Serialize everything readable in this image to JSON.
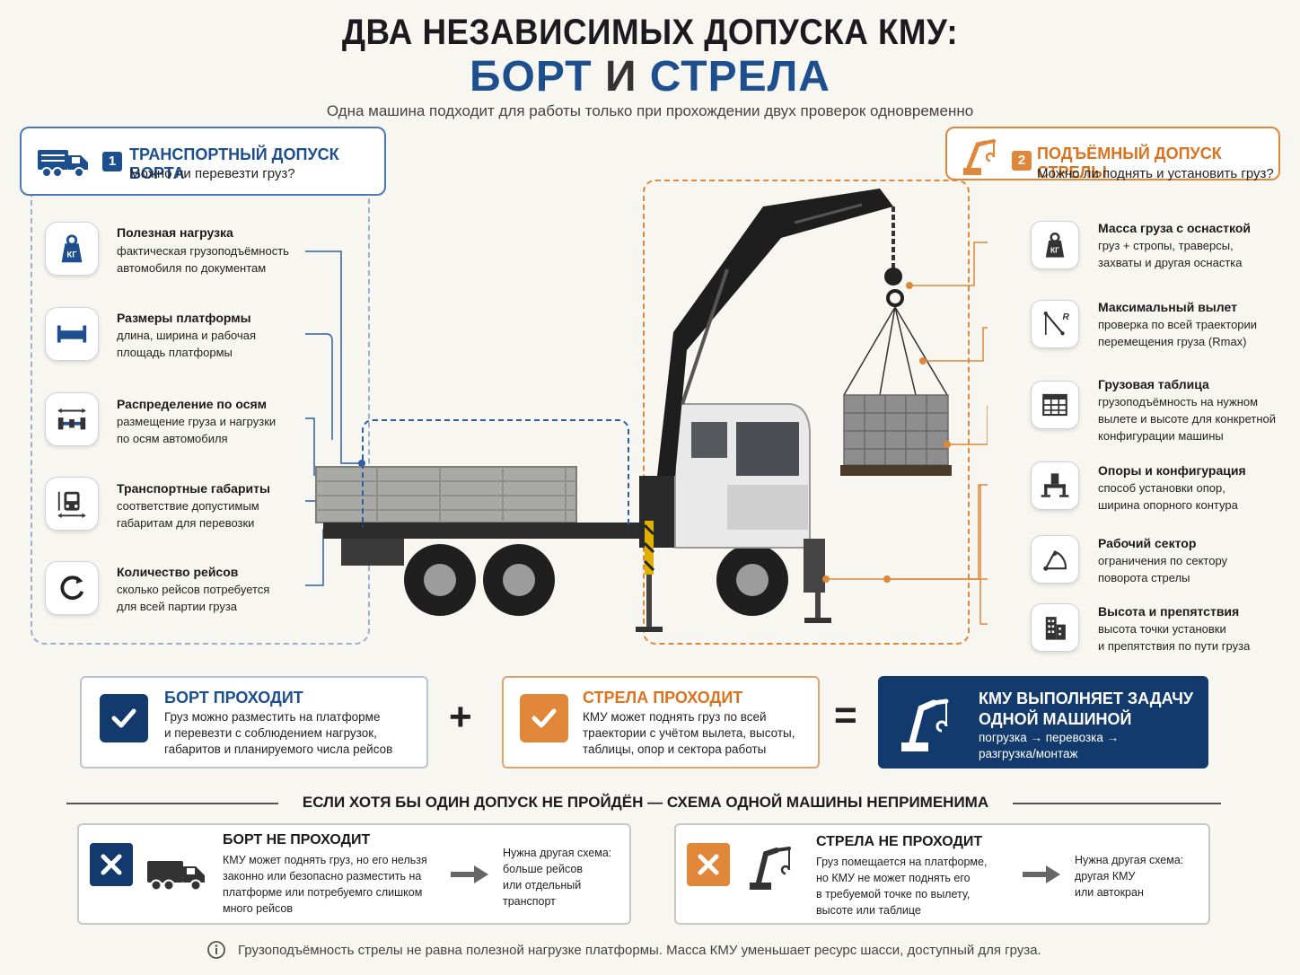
{
  "header": {
    "title_line1": "ДВА НЕЗАВИСИМЫХ ДОПУСКА КМУ:",
    "title_line2_a": "БОРТ",
    "title_line2_b": "И",
    "title_line2_c": "СТРЕЛА",
    "subtitle": "Одна машина подходит для работы только при прохождении двух проверок одновременно"
  },
  "colors": {
    "blue": "#1d4f8f",
    "orange": "#e0873a",
    "navy": "#123a6d"
  },
  "left_section": {
    "number": "1",
    "title": "ТРАНСПОРТНЫЙ ДОПУСК БОРТА",
    "subtitle": "Можно ли перевезти груз?",
    "icon": "truck-icon",
    "items": [
      {
        "icon": "weight-icon",
        "icon_text": "КГ",
        "title": "Полезная нагрузка",
        "desc1": "фактическая грузоподъёмность",
        "desc2": "автомобиля по документам",
        "desc3": ""
      },
      {
        "icon": "platform-icon",
        "title": "Размеры платформы",
        "desc1": "длина, ширина и рабочая",
        "desc2": "площадь платформы",
        "desc3": ""
      },
      {
        "icon": "axle-icon",
        "title": "Распределение по осям",
        "desc1": "размещение груза и нагрузки",
        "desc2": "по осям автомобиля",
        "desc3": ""
      },
      {
        "icon": "dimensions-icon",
        "title": "Транспортные габариты",
        "desc1": "соответствие допустимым",
        "desc2": "габаритам для перевозки",
        "desc3": ""
      },
      {
        "icon": "cycle-icon",
        "title": "Количество рейсов",
        "desc1": "сколько рейсов потребуется",
        "desc2": "для всей партии груза",
        "desc3": ""
      }
    ]
  },
  "right_section": {
    "number": "2",
    "title": "ПОДЪЁМНЫЙ ДОПУСК СТРЕЛЫ",
    "subtitle": "Можно ли поднять и установить груз?",
    "icon": "crane-icon",
    "items": [
      {
        "icon": "weight-icon",
        "icon_text": "КГ",
        "title": "Масса груза с оснасткой",
        "desc1": "груз + стропы, траверсы,",
        "desc2": "захваты и другая оснастка",
        "desc3": ""
      },
      {
        "icon": "radius-icon",
        "icon_text": "R",
        "title": "Максимальный вылет",
        "desc1": "проверка по всей траектории",
        "desc2": "перемещения груза (Rmax)",
        "desc3": ""
      },
      {
        "icon": "table-icon",
        "title": "Грузовая таблица",
        "desc1": "грузоподъёмность на нужном",
        "desc2": "вылете и высоте для конкретной",
        "desc3": "конфигурации машины"
      },
      {
        "icon": "outrigger-icon",
        "title": "Опоры и конфигурация",
        "desc1": "способ установки опор,",
        "desc2": "ширина опорного контура",
        "desc3": ""
      },
      {
        "icon": "sector-icon",
        "title": "Рабочий сектор",
        "desc1": "ограничения по сектору",
        "desc2": "поворота стрелы",
        "desc3": ""
      },
      {
        "icon": "building-icon",
        "title": "Высота и препятствия",
        "desc1": "высота точки установки",
        "desc2": "и препятствия по пути груза",
        "desc3": ""
      }
    ]
  },
  "results": {
    "bort": {
      "title": "БОРТ ПРОХОДИТ",
      "desc1": "Груз можно разместить на платформе",
      "desc2": "и перевезти с соблюдением нагрузок,",
      "desc3": "габаритов и планируемого числа рейсов"
    },
    "plus": "+",
    "strela": {
      "title": "СТРЕЛА ПРОХОДИТ",
      "desc1": "КМУ может поднять груз по всей",
      "desc2": "траектории с учётом вылета, высоты,",
      "desc3": "таблицы, опор и сектора работы"
    },
    "equals": "=",
    "kmu": {
      "title1": "КМУ ВЫПОЛНЯЕТ ЗАДАЧУ",
      "title2": "ОДНОЙ МАШИНОЙ",
      "desc1": "погрузка → перевозка →",
      "desc2": "разгрузка/монтаж"
    }
  },
  "divider": "ЕСЛИ ХОТЯ БЫ ОДИН ДОПУСК НЕ ПРОЙДЁН — СХЕМА ОДНОЙ МАШИНЫ НЕПРИМЕНИМА",
  "fails": {
    "bort": {
      "title": "БОРТ НЕ ПРОХОДИТ",
      "desc1": "КМУ может поднять груз, но его нельзя",
      "desc2": "законно или безопасно разместить на",
      "desc3": "платформе или потребуемго слишком",
      "desc4": "много рейсов",
      "alt1": "Нужна другая схема:",
      "alt2": "больше рейсов",
      "alt3": "или отдельный",
      "alt4": "транспорт"
    },
    "strela": {
      "title": "СТРЕЛА НЕ ПРОХОДИТ",
      "desc1": "Груз помещается на платформе,",
      "desc2": "но КМУ не может поднять его",
      "desc3": "в требуемой точке по вылету,",
      "desc4": "высоте или таблице",
      "alt1": "Нужна другая схема:",
      "alt2": "другая КМУ",
      "alt3": "или автокран"
    }
  },
  "footnote": "Грузоподъёмность стрелы не равна полезной нагрузке платформы. Масса КМУ уменьшает ресурс шасси, доступный для груза."
}
